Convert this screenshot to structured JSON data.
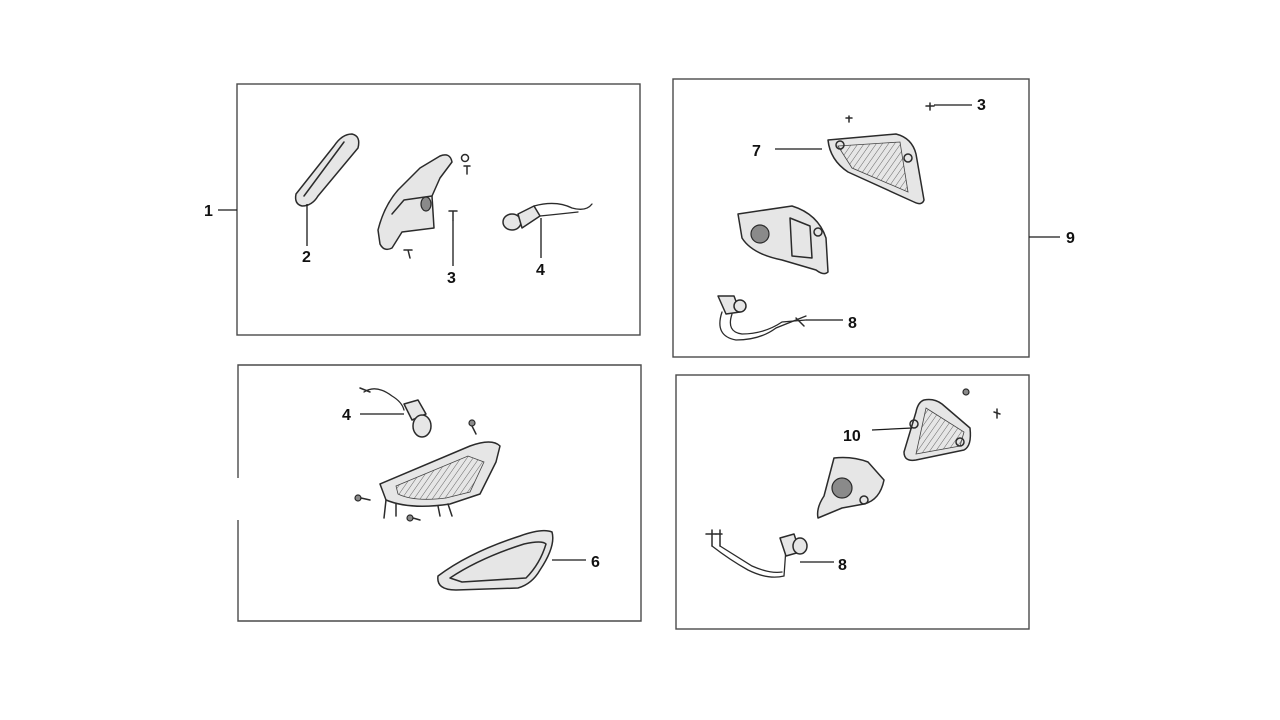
{
  "callouts": {
    "c1": "1",
    "c2": "2",
    "c3a": "3",
    "c4a": "4",
    "c9": "9",
    "c7": "7",
    "c3b": "3",
    "c8a": "8",
    "c4b": "4",
    "c6": "6",
    "c10": "10",
    "c8b": "8"
  }
}
